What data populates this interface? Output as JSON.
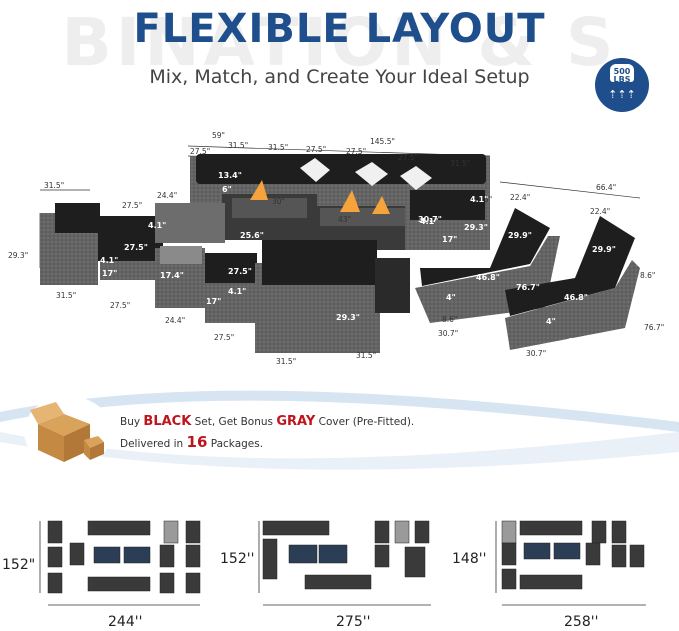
{
  "header": {
    "background_word": "BINATION & S",
    "title": "FLEXIBLE LAYOUT",
    "subtitle": "Mix, Match, and Create Your Ideal Setup"
  },
  "badge": {
    "weight": "500",
    "unit": "LBS",
    "icon": "weight-arrows-icon"
  },
  "dimensions": {
    "top_total": "145.5\"",
    "top_left": "59\"",
    "t1": "27.5\"",
    "t2": "31.5\"",
    "t3": "31.5\"",
    "t4": "27.5\"",
    "t5": "27.5\"",
    "t6": "27.5\"",
    "t7": "31.5\"",
    "h13": "13.4\"",
    "h6": "6\"",
    "w30": "30\"",
    "w43": "43\"",
    "d30_7": "30.7\"",
    "d31_5": "31.5\"",
    "left_w": "31.5\"",
    "left_h": "29.3\"",
    "left_d": "31.5\"",
    "ott_w": "27.5\"",
    "ott_d": "27.5\"",
    "ott_h": "17\"",
    "seat_h": "4.1\"",
    "side_w": "24.4\"",
    "side_h": "17.4\"",
    "side_d": "24.4\"",
    "ft_h": "25.6\"",
    "chair_h": "29.3\"",
    "chair_w": "31.5\"",
    "chair_d": "31.5\"",
    "sq_w": "27.5\"",
    "sq_h": "27.5\"",
    "lounge_total": "66.4\"",
    "l_w": "22.4\"",
    "l_w2": "22.4\"",
    "l_back": "29.9\"",
    "l_back2": "29.9\"",
    "l_len": "46.8\"",
    "l_len2": "46.8\"",
    "l_full": "76.7\"",
    "l_full2": "76.7\"",
    "l_h": "8.6\"",
    "l_h2": "8.6\"",
    "l_h3": "8.6\"",
    "l_base": "30.7\"",
    "l_base2": "30.7\"",
    "l_cush": "4\"",
    "l_cush2": "4\"",
    "r_h": "8.6\"",
    "c_h": "4.1\"",
    "c_h2": "4.1\"",
    "c_h3": "4.1\"",
    "c_h4": "4.1\"",
    "c_17": "17\"",
    "c_17b": "17\"",
    "c_17c": "17\"",
    "c_27": "27.5\"",
    "c_29": "29.3\""
  },
  "promo": {
    "line1_a": "Buy ",
    "line1_black": "BLACK",
    "line1_b": " Set, Get Bonus ",
    "line1_gray": "GRAY",
    "line1_c": " Cover (Pre-Fitted).",
    "line2_a": "Delivered in ",
    "line2_num": "16",
    "line2_b": " Packages."
  },
  "layouts": [
    {
      "height": "152\"",
      "width": "244''"
    },
    {
      "height": "152''",
      "width": "275''"
    },
    {
      "height": "148''",
      "width": "258''"
    }
  ],
  "colors": {
    "title": "#1f4e8c",
    "accent_red": "#c0141c",
    "wicker": "#6a6a6a",
    "cushion": "#1e1e1e"
  }
}
